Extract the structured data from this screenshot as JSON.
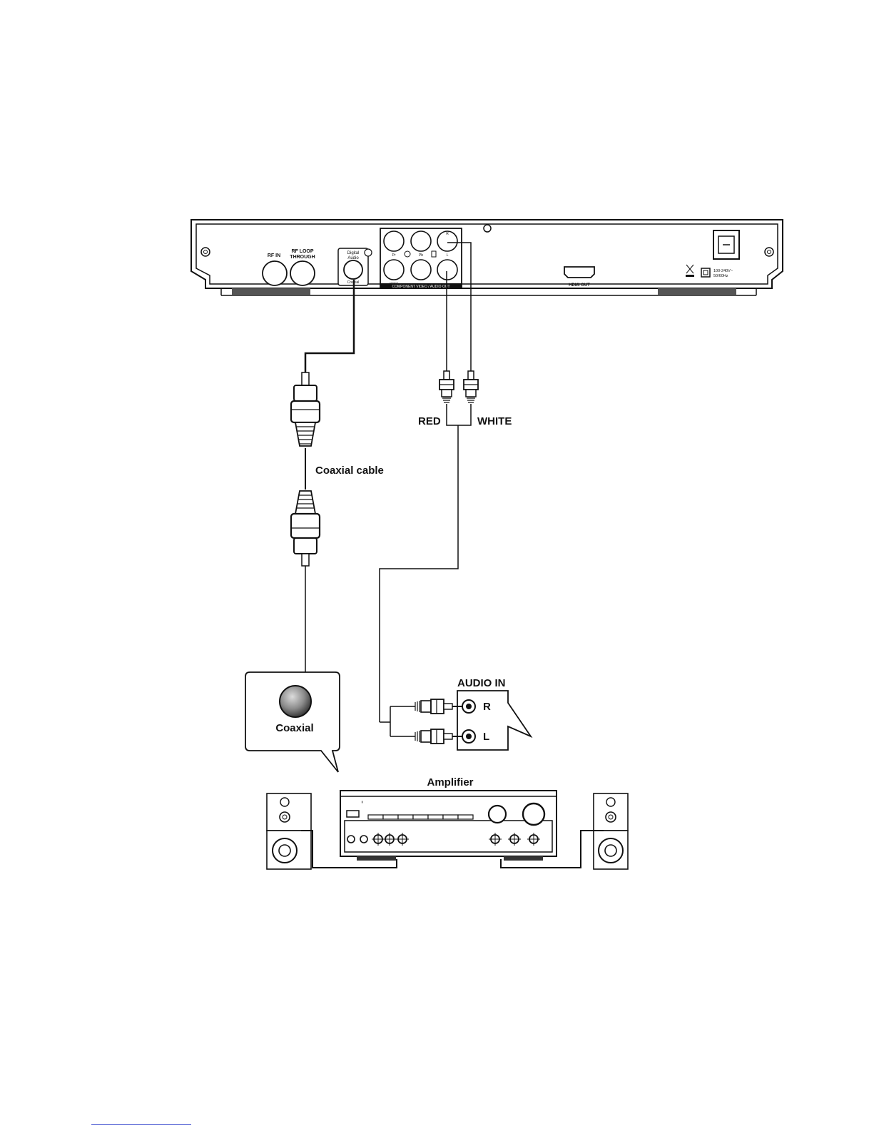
{
  "player": {
    "rf_in": "RF IN",
    "rf_loop": "RF LOOP",
    "rf_through": "THROUGH",
    "digital_audio_1": "Digital",
    "digital_audio_2": "Audio",
    "digital_audio_coaxial": "Coaxial",
    "pr": "Pr",
    "pb": "Pb",
    "right": "R",
    "left": "L",
    "video": "VIDEO",
    "y": "Y",
    "component_label": "COMPONENT VIDEO / AUDIO OUT",
    "hdmi_out": "HDMI OUT",
    "power_1": "100-240V~",
    "power_2": "50/60Hz"
  },
  "labels": {
    "red": "RED",
    "white": "WHITE",
    "coaxial_cable": "Coaxial cable",
    "audio_in": "AUDIO IN",
    "r": "R",
    "l": "L",
    "coaxial": "Coaxial",
    "amplifier": "Amplifier"
  },
  "colors": {
    "line": "#111111",
    "footer_rule": "#3344cc"
  }
}
